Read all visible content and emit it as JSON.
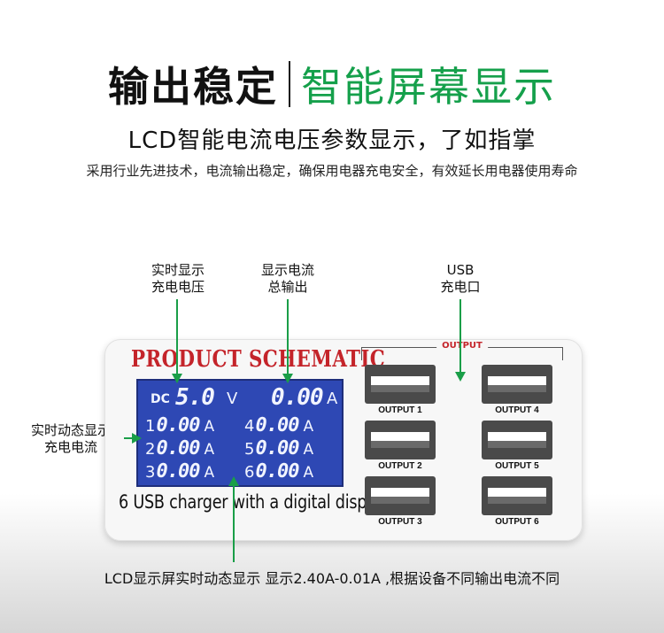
{
  "header": {
    "title_bold": "输出稳定",
    "title_green": "智能屏幕显示",
    "subtitle": "LCD智能电流电压参数显示，了如指掌",
    "description": "采用行业先进技术，电流输出稳定，确保用电器充电安全，有效延长用电器使用寿命"
  },
  "callouts": {
    "voltage": "实时显示\n充电电压",
    "total_current": "显示电流\n总输出",
    "usb_port": "USB\n充电口",
    "dynamic_current": "实时动态显示\n充电电流",
    "bottom": "LCD显示屏实时动态显示  显示2.40A-0.01A ,根据设备不同输出电流不同"
  },
  "device": {
    "brand": "PRODUCT SCHEMATIC",
    "tagline": "6 USB charger with a digital display",
    "output_title": "OUTPUT",
    "lcd": {
      "dc_label": "DC",
      "voltage": "5.0",
      "voltage_unit": "V",
      "total": "0.00",
      "total_unit": "A",
      "channels": [
        {
          "n": "1",
          "v": "0.00",
          "u": "A"
        },
        {
          "n": "2",
          "v": "0.00",
          "u": "A"
        },
        {
          "n": "3",
          "v": "0.00",
          "u": "A"
        },
        {
          "n": "4",
          "v": "0.00",
          "u": "A"
        },
        {
          "n": "5",
          "v": "0.00",
          "u": "A"
        },
        {
          "n": "6",
          "v": "0.00",
          "u": "A"
        }
      ]
    },
    "ports": [
      "OUTPUT 1",
      "OUTPUT 2",
      "OUTPUT 3",
      "OUTPUT 4",
      "OUTPUT 5",
      "OUTPUT 6"
    ]
  },
  "colors": {
    "accent_green": "#15a04b",
    "brand_red": "#c4242a",
    "lcd_blue": "#2e48b4"
  }
}
